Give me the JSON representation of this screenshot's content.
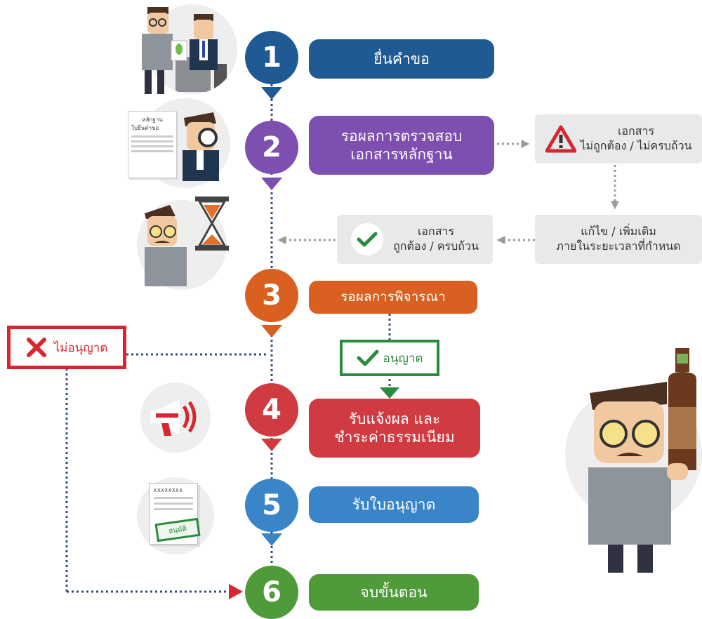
{
  "steps": [
    {
      "num": "1",
      "label_lines": [
        "ยื่นคำขอ"
      ],
      "color": "#1f5a95"
    },
    {
      "num": "2",
      "label_lines": [
        "รอผลการตรวจสอบ",
        "เอกสารหลักฐาน"
      ],
      "color": "#7d4fb0"
    },
    {
      "num": "3",
      "label_lines": [
        "รอผลการพิจารณา"
      ],
      "color": "#d96020"
    },
    {
      "num": "4",
      "label_lines": [
        "รับแจ้งผล และ",
        "ชำระค่าธรรมเนียม"
      ],
      "color": "#cf3b41"
    },
    {
      "num": "5",
      "label_lines": [
        "รับใบอนุญาต"
      ],
      "color": "#3a84c8"
    },
    {
      "num": "6",
      "label_lines": [
        "จบขั้นตอน"
      ],
      "color": "#4f9b3a"
    }
  ],
  "side_boxes": {
    "doc_invalid": {
      "line1": "เอกสาร",
      "line2": "ไม่ถูกต้อง / ไม่ครบถ้วน",
      "icon": "warning-icon"
    },
    "fix_docs": {
      "line1": "แก้ไข / เพิ่มเติม",
      "line2": "ภายในระยะเวลาที่กำหนด"
    },
    "doc_valid": {
      "line1": "เอกสาร",
      "line2": "ถูกต้อง / ครบถ้วน",
      "icon": "check-icon"
    }
  },
  "outcomes": {
    "approved": {
      "label": "อนุญาต",
      "color": "#2a8a3e"
    },
    "denied": {
      "label": "ไม่อนุญาต",
      "color": "#d8262e"
    }
  },
  "illustrations": {
    "doc_paper_line1": "หลักฐาน",
    "doc_paper_line2": "ใบยื่นคำขอ",
    "permit_stamp": "อนุมัติ",
    "permit_header": "XXXXXXXX"
  }
}
